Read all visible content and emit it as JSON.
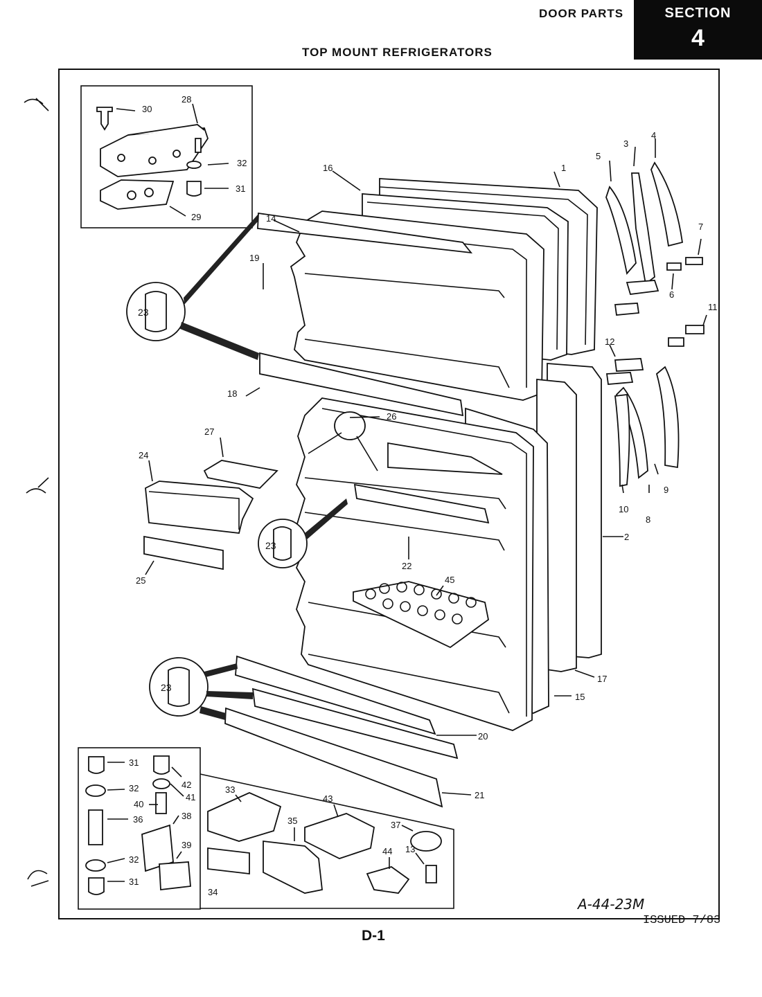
{
  "header": {
    "door_parts": "DOOR PARTS",
    "subtitle": "TOP MOUNT REFRIGERATORS",
    "section_label": "SECTION",
    "section_number": "4"
  },
  "footer": {
    "issued": "ISSUED 7/83",
    "page": "D-1",
    "drawing_code": "A-44-23M"
  },
  "callouts": {
    "c1": "1",
    "c2": "2",
    "c3": "3",
    "c4": "4",
    "c5": "5",
    "c6": "6",
    "c7": "7",
    "c8": "8",
    "c9": "9",
    "c10": "10",
    "c11": "11",
    "c12": "12",
    "c13": "13",
    "c14": "14",
    "c15": "15",
    "c16": "16",
    "c17": "17",
    "c18": "18",
    "c19": "19",
    "c20": "20",
    "c21": "21",
    "c22": "22",
    "c23": "23",
    "c24": "24",
    "c25": "25",
    "c26": "26",
    "c27": "27",
    "c28": "28",
    "c29": "29",
    "c30": "30",
    "c31": "31",
    "c32": "32",
    "c33": "33",
    "c34": "34",
    "c35": "35",
    "c36": "36",
    "c37": "37",
    "c38": "38",
    "c39": "39",
    "c40": "40",
    "c41": "41",
    "c42": "42",
    "c43": "43",
    "c44": "44",
    "c45": "45"
  },
  "colors": {
    "ink": "#111111",
    "paper": "#ffffff"
  }
}
